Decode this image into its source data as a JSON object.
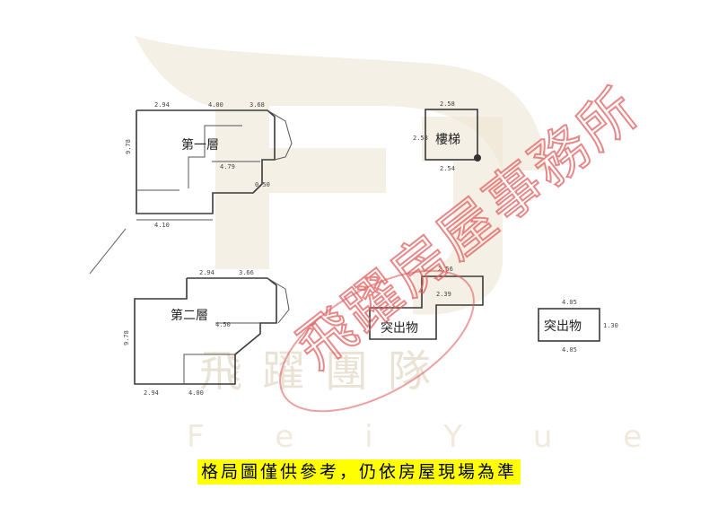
{
  "caption": "格局圖僅供參考，仍依房屋現場為準",
  "watermark": {
    "chinese": "飛躍團隊",
    "latin": "F e i Y u e",
    "stamp": "飛躍房屋事務所"
  },
  "floors": {
    "first_floor_label": "第一層",
    "second_floor_label": "第二層",
    "stairs_label": "樓梯",
    "projection_label_1": "突出物",
    "projection_label_2": "突出物"
  },
  "colors": {
    "caption_bg": "#ffff00",
    "watermark": "#d9cdb4",
    "stamp": "#e06060"
  }
}
